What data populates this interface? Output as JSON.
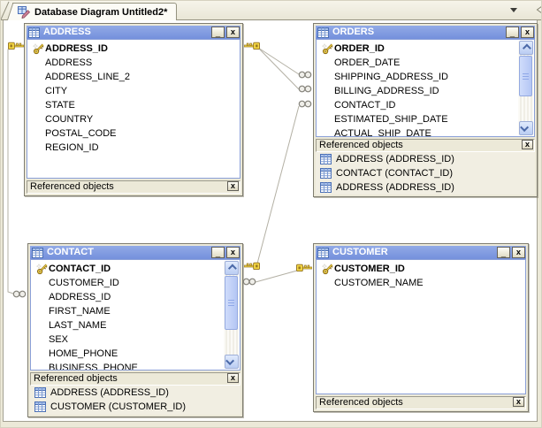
{
  "tab_bar": {
    "active_tab": "Database Diagram Untitled2*"
  },
  "window_controls": {
    "minimize": "_",
    "close": "x"
  },
  "windows": {
    "address": {
      "title": "ADDRESS",
      "pk": "ADDRESS_ID",
      "columns": [
        "ADDRESS",
        "ADDRESS_LINE_2",
        "CITY",
        "STATE",
        "COUNTRY",
        "POSTAL_CODE",
        "REGION_ID"
      ],
      "referenced_label": "Referenced objects",
      "referenced_objects": []
    },
    "orders": {
      "title": "ORDERS",
      "pk": "ORDER_ID",
      "columns": [
        "ORDER_DATE",
        "SHIPPING_ADDRESS_ID",
        "BILLING_ADDRESS_ID",
        "CONTACT_ID",
        "ESTIMATED_SHIP_DATE",
        "ACTUAL_SHIP_DATE"
      ],
      "referenced_label": "Referenced objects",
      "referenced_objects": [
        "ADDRESS (ADDRESS_ID)",
        "CONTACT (CONTACT_ID)",
        "ADDRESS (ADDRESS_ID)"
      ]
    },
    "contact": {
      "title": "CONTACT",
      "pk": "CONTACT_ID",
      "columns": [
        "CUSTOMER_ID",
        "ADDRESS_ID",
        "FIRST_NAME",
        "LAST_NAME",
        "SEX",
        "HOME_PHONE",
        "BUSINESS_PHONE"
      ],
      "referenced_label": "Referenced objects",
      "referenced_objects": [
        "ADDRESS (ADDRESS_ID)",
        "CUSTOMER (CUSTOMER_ID)"
      ]
    },
    "customer": {
      "title": "CUSTOMER",
      "pk": "CUSTOMER_ID",
      "columns": [
        "CUSTOMER_NAME"
      ],
      "referenced_label": "Referenced objects",
      "referenced_objects": []
    }
  },
  "relationships": [
    {
      "one_side": "ADDRESS",
      "many_side": "CONTACT (ADDRESS_ID)"
    },
    {
      "one_side": "ADDRESS",
      "many_side": "ORDERS (SHIPPING_ADDRESS_ID)"
    },
    {
      "one_side": "ADDRESS",
      "many_side": "ORDERS (BILLING_ADDRESS_ID)"
    },
    {
      "one_side": "CONTACT",
      "many_side": "ORDERS (CONTACT_ID)"
    },
    {
      "one_side": "CUSTOMER",
      "many_side": "CONTACT (CUSTOMER_ID)"
    }
  ],
  "icons": {
    "tab-icon": "database-diagram-with-pencil",
    "table-icon": "blue grid table",
    "primary-key-icon": "gold key with sparkle",
    "one-key-icon": "gold key connector (one side)",
    "many-icon": "chain links / infinity (many side)",
    "dropdown-icon": "black down triangle",
    "scroll-left-icon": "outlined left triangle (clipped)",
    "scroll-up-icon": "blue chevron up",
    "scroll-down-icon": "blue chevron down"
  },
  "colors": {
    "titlebar_blue": "#7e9ade",
    "title_text": "#ffffff",
    "window_frame": "#ece9d8",
    "body_border": "#8ba0d8",
    "canvas": "#ffffff",
    "relationship_line": "#b3b0a4",
    "key_gold": "#f2d13c",
    "scrollbar_blue": "#bacdf3"
  }
}
